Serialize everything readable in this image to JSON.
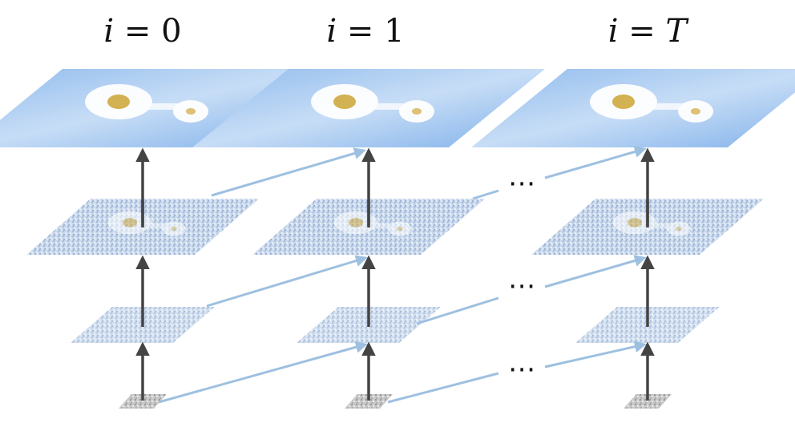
{
  "columns": [
    {
      "variable": "i",
      "equals": " = ",
      "value": "0"
    },
    {
      "variable": "i",
      "equals": " = ",
      "value": "1"
    },
    {
      "variable": "i",
      "equals": " = ",
      "value": "T"
    }
  ],
  "ellipsis": "⋯",
  "layer_count": 4,
  "colors": {
    "up_arrow": "#444444",
    "cross_arrow": "#9ec0e0",
    "sky_light": "#d6e8fb",
    "sky_dark": "#7fb0ea",
    "flower": "#ffffff",
    "flower_center": "#d6b54a",
    "noise": "#b9cbe4"
  },
  "notes_visible_only": true
}
